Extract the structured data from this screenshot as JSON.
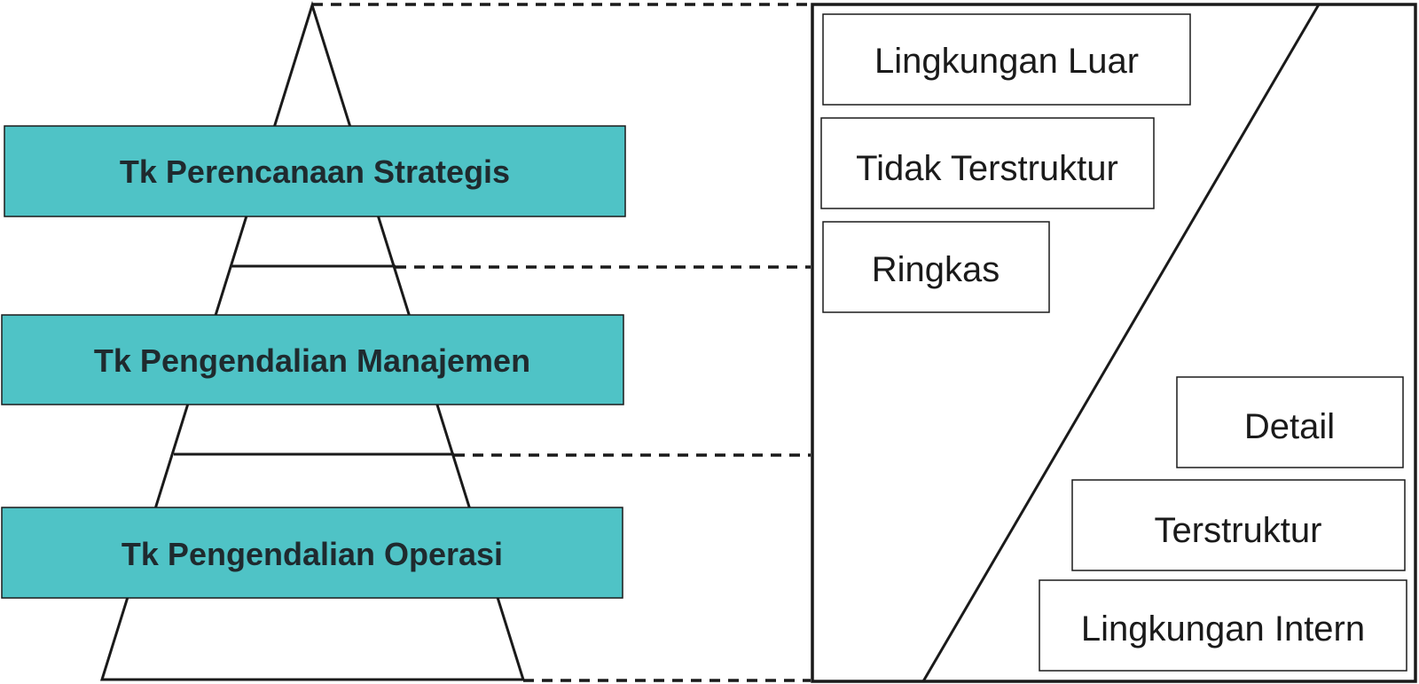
{
  "colors": {
    "level_fill": "#4fc3c6",
    "stroke": "#1a1a1a",
    "background": "#ffffff"
  },
  "levels": [
    {
      "label": "Tk Perencanaan Strategis"
    },
    {
      "label": "Tk Pengendalian Manajemen"
    },
    {
      "label": "Tk Pengendalian Operasi"
    }
  ],
  "characteristics": {
    "upper": [
      {
        "label": "Lingkungan Luar"
      },
      {
        "label": "Tidak Terstruktur"
      },
      {
        "label": "Ringkas"
      }
    ],
    "lower": [
      {
        "label": "Detail"
      },
      {
        "label": "Terstruktur"
      },
      {
        "label": "Lingkungan Intern"
      }
    ]
  }
}
